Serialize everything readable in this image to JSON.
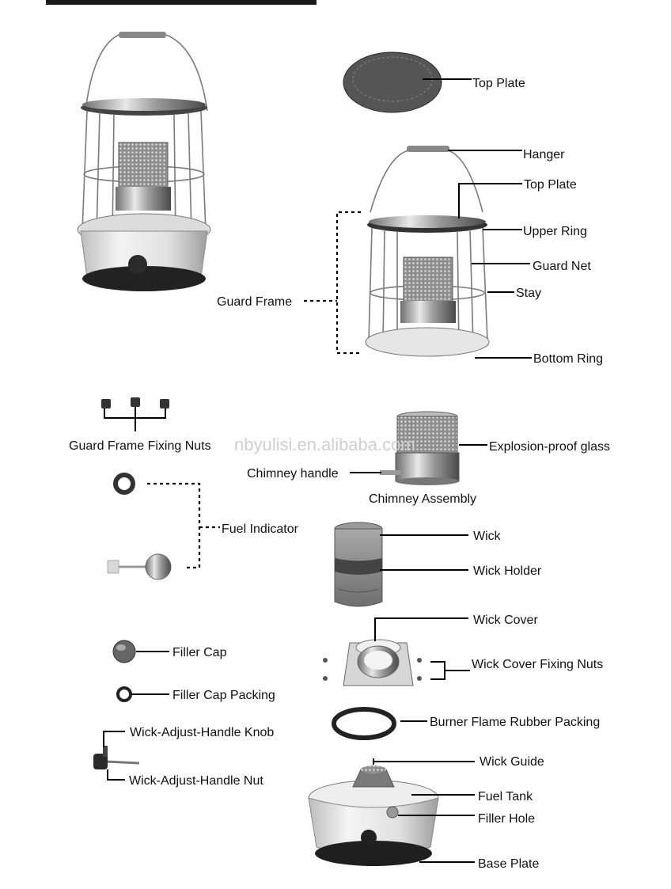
{
  "watermark": "nbyulisi.en.alibaba.com",
  "labels": {
    "top_plate_a": "Top Plate",
    "hanger": "Hanger",
    "top_plate_b": "Top Plate",
    "upper_ring": "Upper Ring",
    "guard_net": "Guard Net",
    "stay": "Stay",
    "guard_frame": "Guard Frame",
    "bottom_ring": "Bottom Ring",
    "guard_frame_fixing_nuts": "Guard Frame Fixing Nuts",
    "explosion_proof_glass": "Explosion-proof glass",
    "chimney_handle": "Chimney handle",
    "chimney_assembly": "Chimney Assembly",
    "fuel_indicator": "Fuel Indicator",
    "wick": "Wick",
    "wick_holder": "Wick Holder",
    "wick_cover": "Wick Cover",
    "wick_cover_fixing_nuts": "Wick Cover Fixing Nuts",
    "filler_cap": "Filler Cap",
    "filler_cap_packing": "Filler Cap Packing",
    "burner_flame_rubber_packing": "Burner Flame Rubber Packing",
    "wick_adjust_handle_knob": "Wick-Adjust-Handle Knob",
    "wick_adjust_handle_nut": "Wick-Adjust-Handle Nut",
    "wick_guide": "Wick Guide",
    "fuel_tank": "Fuel Tank",
    "filler_hole": "Filler Hole",
    "base_plate": "Base Plate"
  }
}
